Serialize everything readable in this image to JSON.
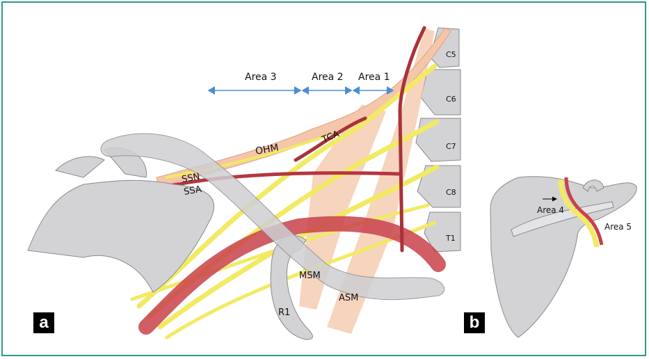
{
  "panels": {
    "a": {
      "badge": "a"
    },
    "b": {
      "badge": "b"
    }
  },
  "areas": {
    "area1": "Area 1",
    "area2": "Area 2",
    "area3": "Area 3",
    "area4": "Area 4",
    "area5": "Area 5"
  },
  "vertebrae": [
    "C5",
    "C6",
    "C7",
    "C8",
    "T1"
  ],
  "labels": {
    "ohm": "OHM",
    "tca": "TCA",
    "ssn": "SSN",
    "ssa": "SSA",
    "msm": "MSM",
    "asm": "ASM",
    "r1": "R1"
  },
  "colors": {
    "frame": "#2a9a86",
    "bone": "#d3d3d5",
    "nerve": "#f2ea63",
    "artery": "#c9414a",
    "muscle": "#f5c6a9",
    "arrow": "#4a8ed6"
  }
}
